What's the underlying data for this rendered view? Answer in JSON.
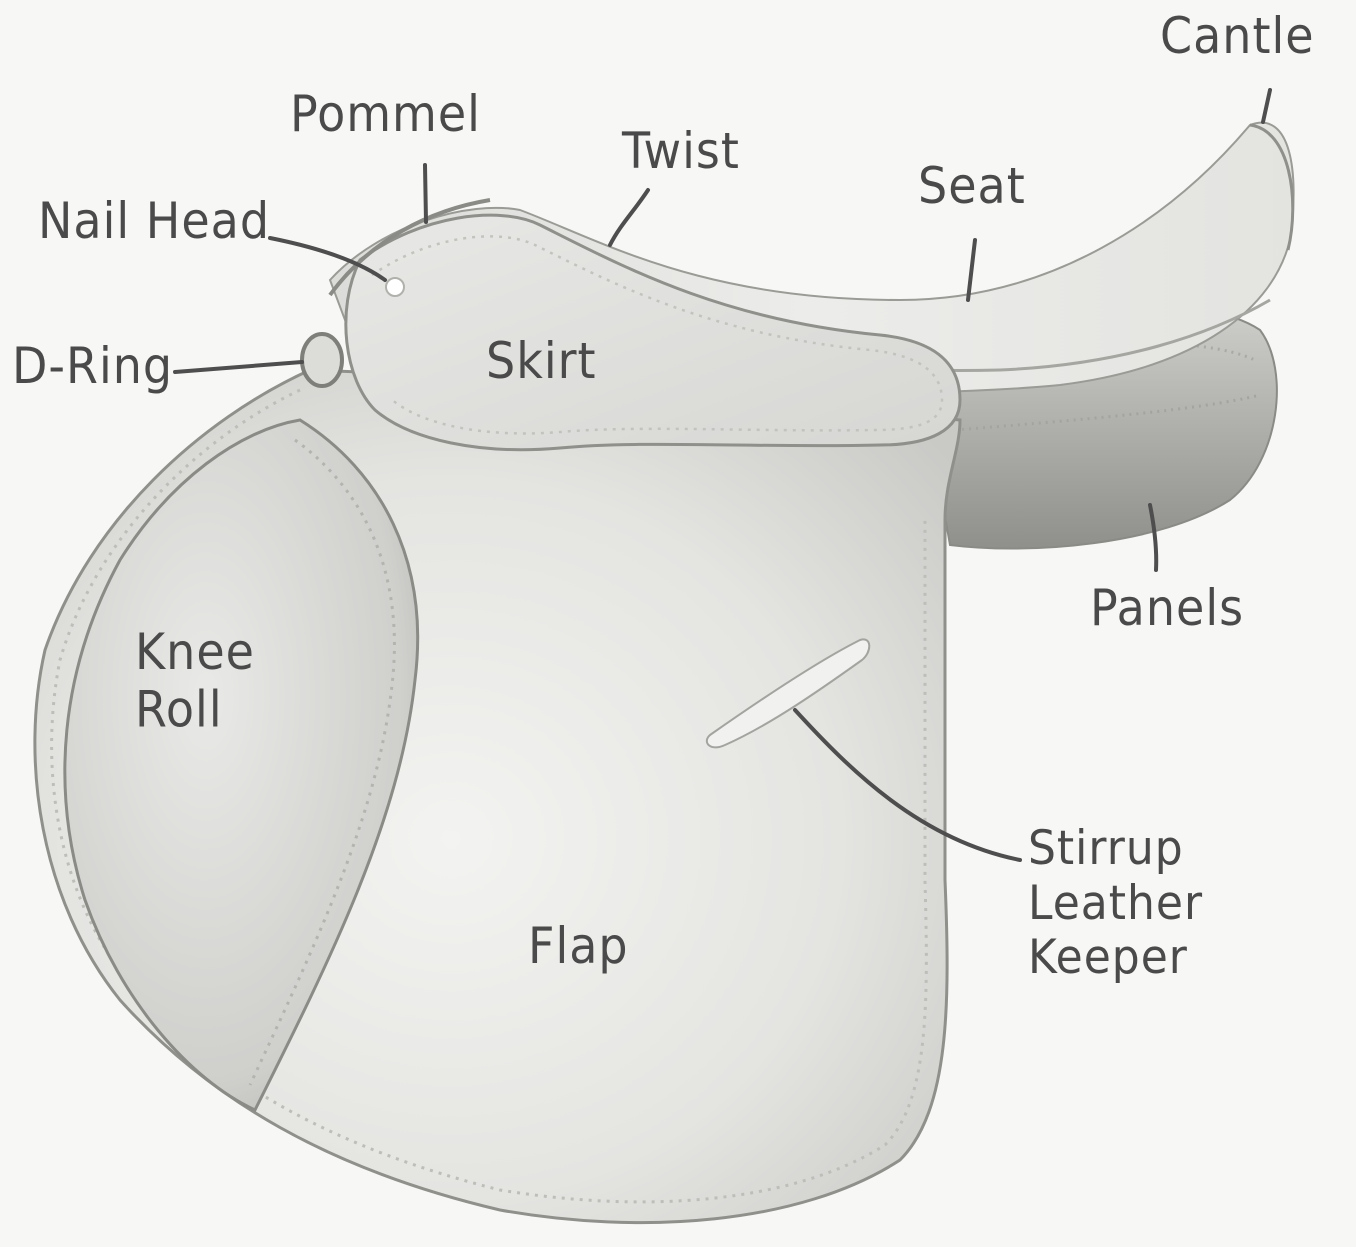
{
  "colors": {
    "background": "#f7f7f5",
    "ink": "#4a4a4a",
    "saddle_light": "#ececea",
    "saddle_mid": "#cfcfcc",
    "saddle_dark": "#9d9d99",
    "stitch": "#bdbdb9"
  },
  "labels": {
    "cantle": "Cantle",
    "pommel": "Pommel",
    "twist": "Twist",
    "seat": "Seat",
    "nail_head": "Nail Head",
    "d_ring": "D-Ring",
    "skirt": "Skirt",
    "panels": "Panels",
    "knee_roll": [
      "Knee",
      "Roll"
    ],
    "flap": "Flap",
    "stirrup_leather_keeper": [
      "Stirrup",
      "Leather",
      "Keeper"
    ]
  }
}
